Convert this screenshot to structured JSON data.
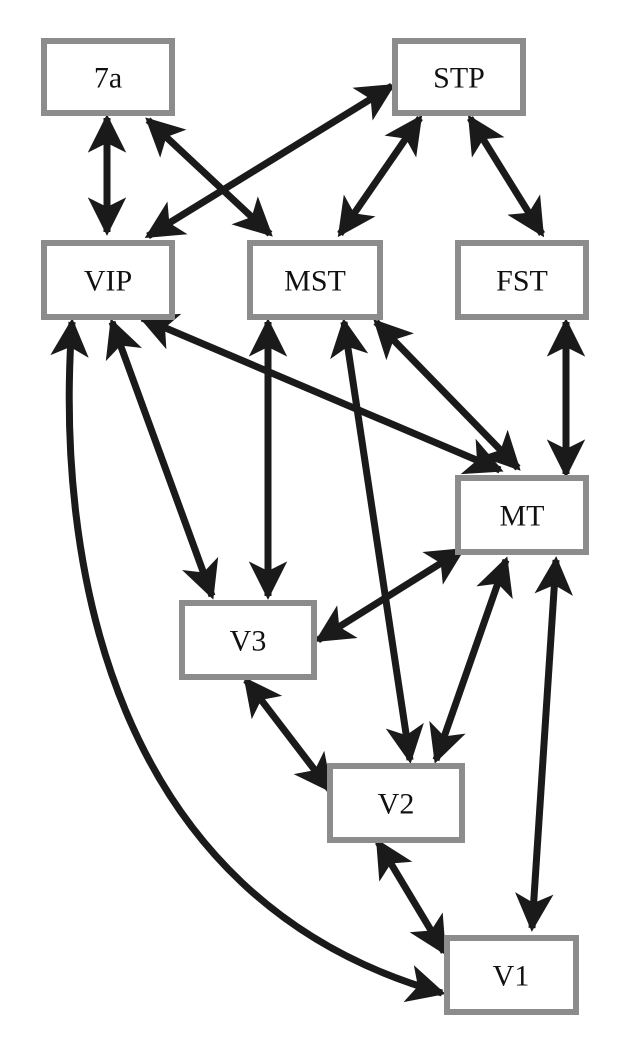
{
  "nodes": {
    "a7": "7a",
    "stp": "STP",
    "vip": "VIP",
    "mst": "MST",
    "fst": "FST",
    "mt": "MT",
    "v3": "V3",
    "v2": "V2",
    "v1": "V1"
  },
  "edges": [
    {
      "from": "7a",
      "to": "VIP",
      "direction": "bidirectional"
    },
    {
      "from": "7a",
      "to": "MST",
      "direction": "bidirectional"
    },
    {
      "from": "STP",
      "to": "VIP",
      "direction": "bidirectional"
    },
    {
      "from": "STP",
      "to": "MST",
      "direction": "bidirectional"
    },
    {
      "from": "STP",
      "to": "FST",
      "direction": "bidirectional"
    },
    {
      "from": "VIP",
      "to": "MT",
      "direction": "bidirectional"
    },
    {
      "from": "VIP",
      "to": "V3",
      "direction": "bidirectional"
    },
    {
      "from": "VIP",
      "to": "V1",
      "direction": "bidirectional"
    },
    {
      "from": "MST",
      "to": "MT",
      "direction": "bidirectional"
    },
    {
      "from": "MST",
      "to": "V3",
      "direction": "bidirectional"
    },
    {
      "from": "MST",
      "to": "V2",
      "direction": "bidirectional"
    },
    {
      "from": "FST",
      "to": "MT",
      "direction": "bidirectional"
    },
    {
      "from": "MT",
      "to": "V3",
      "direction": "bidirectional"
    },
    {
      "from": "MT",
      "to": "V2",
      "direction": "bidirectional"
    },
    {
      "from": "MT",
      "to": "V1",
      "direction": "bidirectional"
    },
    {
      "from": "V3",
      "to": "V2",
      "direction": "bidirectional"
    },
    {
      "from": "V2",
      "to": "V1",
      "direction": "bidirectional"
    }
  ],
  "colors": {
    "box_border": "#8c8c8c",
    "arrow": "#1a1a1a",
    "text": "#111111",
    "background": "#ffffff"
  }
}
